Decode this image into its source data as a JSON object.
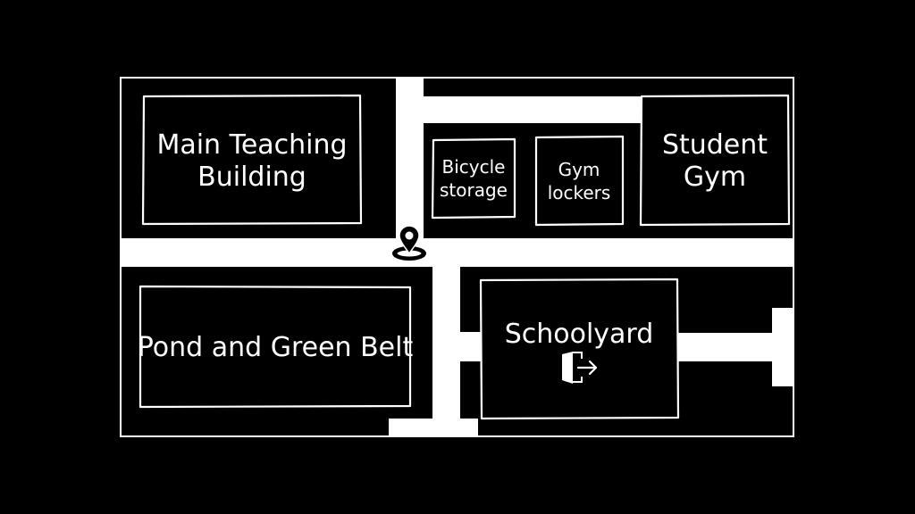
{
  "colors": {
    "background": "#000000",
    "ink": "#ffffff"
  },
  "buildings": {
    "main_teaching": {
      "line1": "Main Teaching",
      "line2": "Building"
    },
    "bicycle_storage": {
      "line1": "Bicycle",
      "line2": "storage"
    },
    "gym_lockers": {
      "line1": "Gym",
      "line2": "lockers"
    },
    "student_gym": {
      "line1": "Student",
      "line2": "Gym"
    },
    "pond_green_belt": {
      "label": "Pond and Green Belt"
    },
    "schoolyard": {
      "label": "Schoolyard"
    }
  },
  "icons": {
    "location_marker": "map-pin-icon",
    "exit": "exit-door-icon"
  }
}
